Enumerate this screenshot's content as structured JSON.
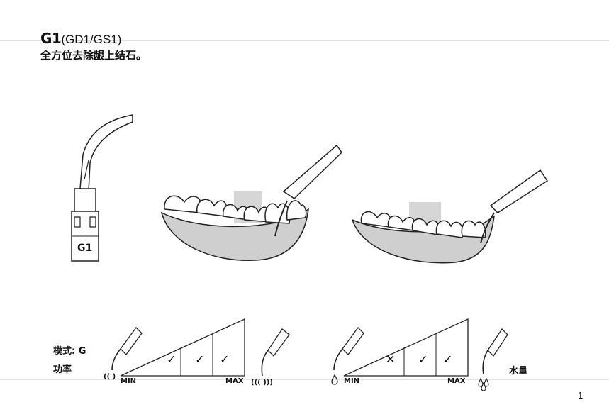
{
  "header": {
    "code": "G1",
    "variant": "(GD1/GS1)",
    "description": "全方位去除龈上结石。"
  },
  "tip": {
    "label": "G1"
  },
  "controls": {
    "mode_label": "模式: G",
    "power_label": "功率",
    "water_label": "水量",
    "power_gauge": {
      "min_label": "MIN",
      "max_label": "MAX",
      "marks": [
        "✓",
        "✓",
        "✓"
      ]
    },
    "water_gauge": {
      "min_label": "MIN",
      "max_label": "MAX",
      "marks": [
        "✕",
        "✓",
        "✓"
      ]
    }
  },
  "footer": {
    "page_number": "1"
  }
}
